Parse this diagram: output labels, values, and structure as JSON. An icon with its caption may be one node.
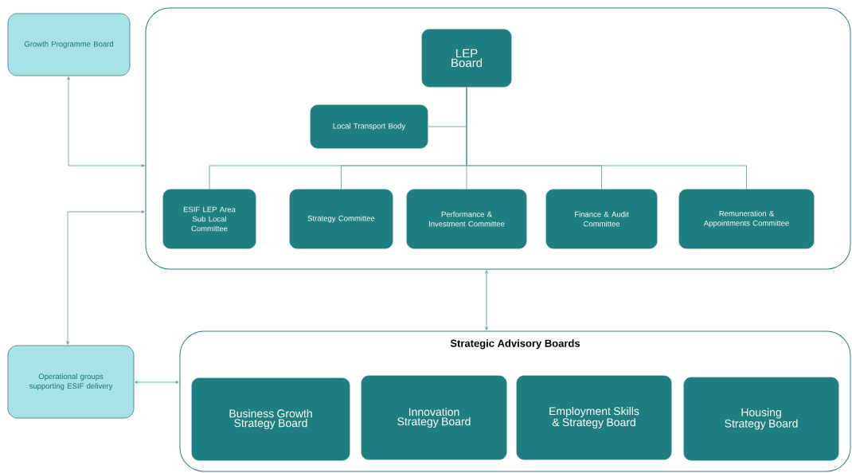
{
  "diagram": {
    "nodes": [
      {
        "text": [
          "Growth Programme Board"
        ]
      },
      {
        "text": [],
        "shape": "box"
      },
      {
        "text": [
          "LEP Board"
        ],
        "in": 1
      },
      {
        "text": [
          "Local Transport Body"
        ],
        "in": 1
      },
      {
        "text": [
          "ESIF LEP Area Sub Local Committee"
        ],
        "in": 1
      },
      {
        "text": [
          "Strategy Committee"
        ],
        "in": 1
      },
      {
        "text": [
          "Performance & Investment Committee"
        ],
        "in": 1
      },
      {
        "text": [
          "Finance & Audit Committee"
        ],
        "in": 1
      },
      {
        "text": [
          "Remuneration & Appointments Committee"
        ],
        "in": 1
      },
      {
        "text": [
          "Operational groups supporting ESIF delivery"
        ]
      },
      {
        "text": [
          "Strategic Advisory Boards"
        ]
      },
      {
        "text": [
          "Business Growth Strategy Board"
        ],
        "in": 10
      },
      {
        "text": [
          "Innovation Strategy Board"
        ],
        "in": 10
      },
      {
        "text": [
          "Employment Skills & Strategy Board"
        ],
        "in": 10
      },
      {
        "text": [
          "Housing Strategy Board"
        ],
        "in": 10
      }
    ],
    "edges": [
      {
        "from": 0,
        "to": 1,
        "arrow": "both"
      },
      {
        "from": 1,
        "to": 9,
        "arrow": "both"
      },
      {
        "from": 1,
        "to": 10,
        "arrow": "both"
      },
      {
        "from": 9,
        "to": 10,
        "arrow": "both"
      },
      {
        "from": 2,
        "to": 3,
        "arrow": "none"
      },
      {
        "from": 2,
        "to": 4,
        "arrow": "none"
      },
      {
        "from": 2,
        "to": 5,
        "arrow": "none"
      },
      {
        "from": 2,
        "to": 6,
        "arrow": "none"
      },
      {
        "from": 2,
        "to": 7,
        "arrow": "none"
      },
      {
        "from": 2,
        "to": 8,
        "arrow": "none"
      }
    ]
  }
}
